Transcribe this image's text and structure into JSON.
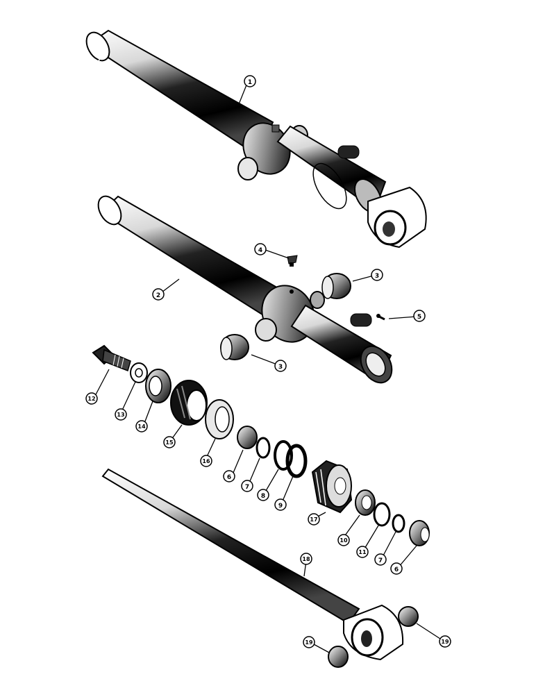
{
  "callouts": [
    {
      "id": "c1",
      "label": "1"
    },
    {
      "id": "c2",
      "label": "2"
    },
    {
      "id": "c3a",
      "label": "3"
    },
    {
      "id": "c3b",
      "label": "3"
    },
    {
      "id": "c4",
      "label": "4"
    },
    {
      "id": "c5",
      "label": "5"
    },
    {
      "id": "c6a",
      "label": "6"
    },
    {
      "id": "c6b",
      "label": "6"
    },
    {
      "id": "c7a",
      "label": "7"
    },
    {
      "id": "c7b",
      "label": "7"
    },
    {
      "id": "c8",
      "label": "8"
    },
    {
      "id": "c9",
      "label": "9"
    },
    {
      "id": "c10",
      "label": "10"
    },
    {
      "id": "c11",
      "label": "11"
    },
    {
      "id": "c12",
      "label": "12"
    },
    {
      "id": "c13",
      "label": "13"
    },
    {
      "id": "c14",
      "label": "14"
    },
    {
      "id": "c15",
      "label": "15"
    },
    {
      "id": "c16",
      "label": "16"
    },
    {
      "id": "c17",
      "label": "17"
    },
    {
      "id": "c18",
      "label": "18"
    },
    {
      "id": "c19a",
      "label": "19"
    },
    {
      "id": "c19b",
      "label": "19"
    }
  ]
}
